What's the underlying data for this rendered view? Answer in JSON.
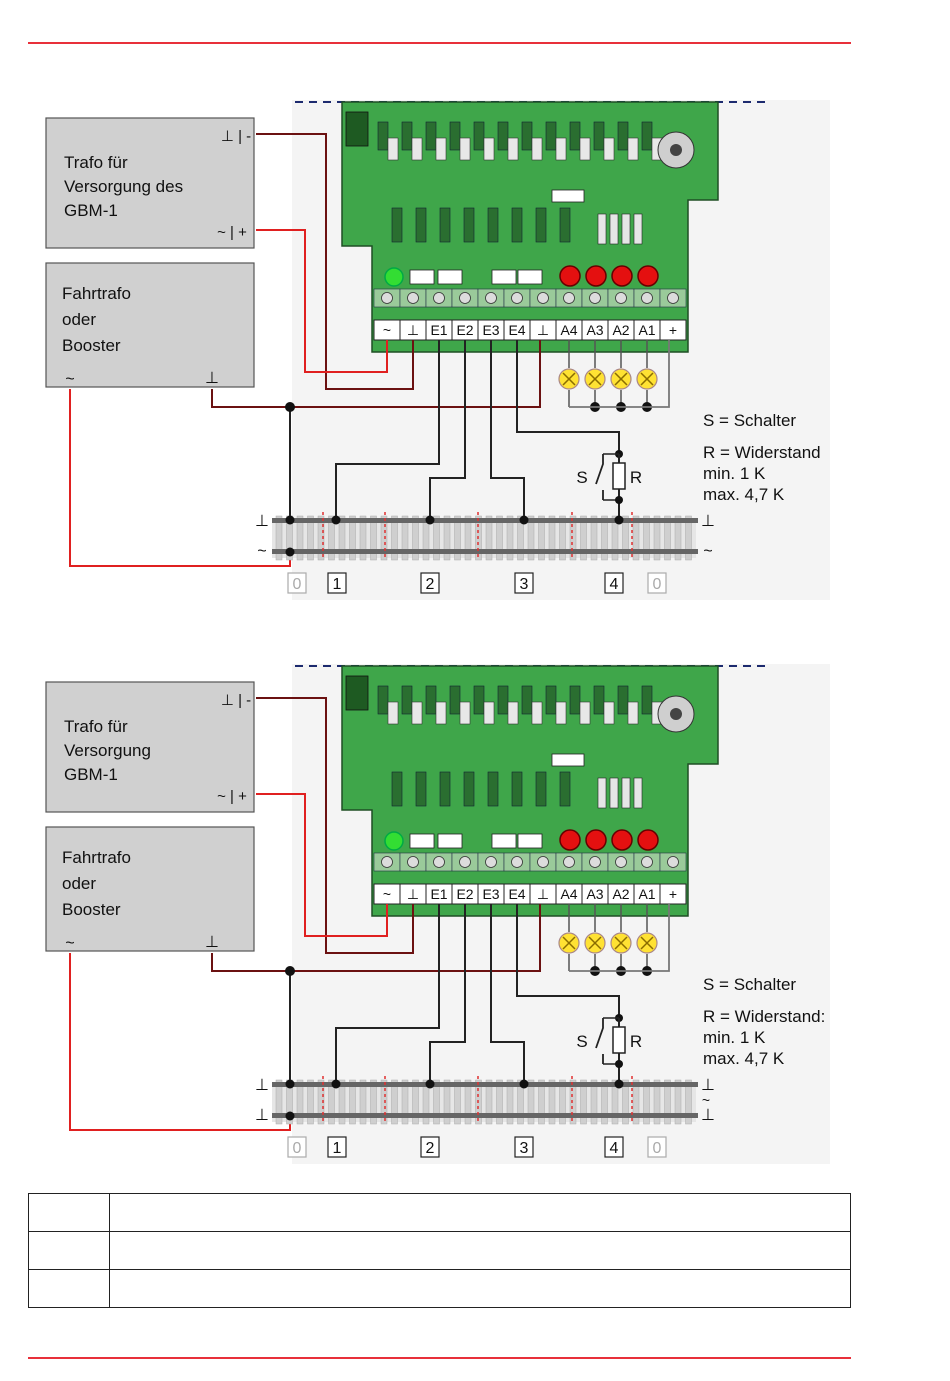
{
  "diagrams": [
    {
      "power_box_lines": [
        "Trafo für",
        "Versorgung des",
        "GBM-1"
      ],
      "power_terminal_top": "⊥ | -",
      "power_terminal_bottom": "~ | +",
      "track_box_lines": [
        "Fahrtrafo",
        "oder",
        "Booster"
      ],
      "track_terminal_left": "~",
      "track_terminal_right": "⊥",
      "terminals": [
        "~",
        "⊥",
        "E1",
        "E2",
        "E3",
        "E4",
        "⊥",
        "A4",
        "A3",
        "A2",
        "A1",
        "+"
      ],
      "legend": [
        "S = Schalter",
        "R = Widerstand",
        "min. 1 K",
        "max. 4,7 K"
      ],
      "switch_label": "S",
      "resistor_label": "R",
      "rail_left_top": "⊥",
      "rail_left_bottom": "~",
      "rail_right_top": "⊥",
      "rail_right_bottom": "~",
      "sections": [
        "0",
        "1",
        "2",
        "3",
        "4",
        "0"
      ]
    },
    {
      "power_box_lines": [
        "Trafo für",
        "Versorgung",
        "GBM-1"
      ],
      "power_terminal_top": "⊥ | -",
      "power_terminal_bottom": "~ | +",
      "track_box_lines": [
        "Fahrtrafo",
        "oder",
        "Booster"
      ],
      "track_terminal_left": "~",
      "track_terminal_right": "⊥",
      "terminals": [
        "~",
        "⊥",
        "E1",
        "E2",
        "E3",
        "E4",
        "⊥",
        "A4",
        "A3",
        "A2",
        "A1",
        "+"
      ],
      "legend": [
        "S = Schalter",
        "R = Widerstand:",
        "min. 1 K",
        "max. 4,7 K"
      ],
      "switch_label": "S",
      "resistor_label": "R",
      "rail_left_top": "⊥",
      "rail_left_bottom": "⊥",
      "rail_right_top": "⊥",
      "rail_right_mid": "~",
      "rail_right_bottom": "⊥",
      "sections": [
        "0",
        "1",
        "2",
        "3",
        "4",
        "0"
      ]
    }
  ],
  "colors": {
    "accent_red": "#e8303a",
    "wire_dark": "#6b1111",
    "wire_red": "#e02020",
    "pcb_green": "#3fa64a",
    "box_gray": "#d0d0d0",
    "led_red": "#e41010",
    "led_green": "#33dd33",
    "lamp_yellow": "#ffe233"
  }
}
